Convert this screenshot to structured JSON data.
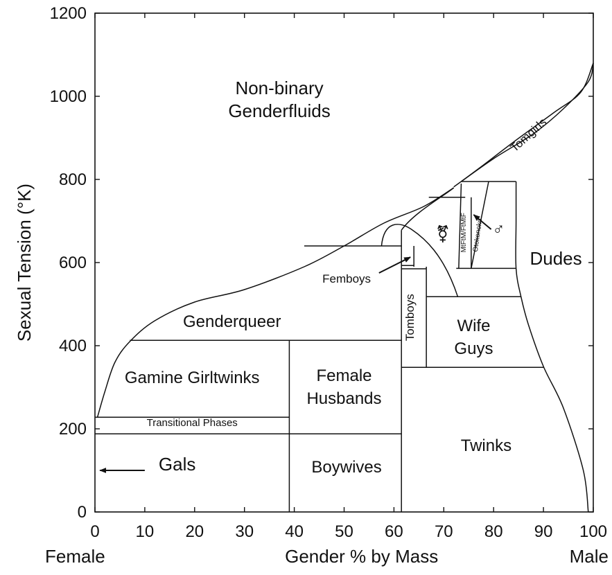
{
  "chart_data": {
    "type": "phase-diagram",
    "title": "",
    "xlabel": "Gender % by Mass",
    "ylabel": "Sexual Tension (°K)",
    "x_left_label": "Female",
    "x_right_label": "Male",
    "xlim": [
      0,
      100
    ],
    "ylim": [
      0,
      1200
    ],
    "x_ticks": [
      0,
      10,
      20,
      30,
      40,
      50,
      60,
      70,
      80,
      90,
      100
    ],
    "y_ticks": [
      0,
      200,
      400,
      600,
      800,
      1000,
      1200
    ],
    "liquidus_left": [
      [
        0.5,
        228
      ],
      [
        2,
        290
      ],
      [
        4,
        360
      ],
      [
        7,
        410
      ],
      [
        12,
        460
      ],
      [
        20,
        505
      ],
      [
        30,
        535
      ],
      [
        42,
        590
      ],
      [
        50,
        640
      ],
      [
        58,
        695
      ],
      [
        66,
        735
      ],
      [
        72,
        780
      ]
    ],
    "liquidus_right": [
      [
        72,
        782
      ],
      [
        80,
        850
      ],
      [
        88,
        910
      ],
      [
        94,
        970
      ],
      [
        99,
        1035
      ],
      [
        100,
        1080
      ]
    ],
    "tomgirls_lower": [
      [
        73.5,
        795
      ],
      [
        78,
        835
      ],
      [
        84,
        890
      ],
      [
        92,
        960
      ],
      [
        97.5,
        1010
      ],
      [
        100,
        1080
      ]
    ],
    "solvus_right": [
      [
        84.5,
        795
      ],
      [
        84.5,
        700
      ],
      [
        84.5,
        586
      ],
      [
        85.5,
        518
      ],
      [
        87,
        450
      ],
      [
        90,
        350
      ],
      [
        94,
        250
      ],
      [
        98,
        100
      ],
      [
        99,
        0
      ]
    ],
    "boundaries": [
      [
        [
          0,
          188
        ],
        [
          61.5,
          188
        ]
      ],
      [
        [
          0,
          228
        ],
        [
          39,
          228
        ]
      ],
      [
        [
          7,
          413
        ],
        [
          61.5,
          413
        ]
      ],
      [
        [
          42,
          640
        ],
        [
          61.5,
          640
        ]
      ],
      [
        [
          61.5,
          348
        ],
        [
          90,
          348
        ]
      ],
      [
        [
          66.5,
          518
        ],
        [
          85.5,
          518
        ]
      ],
      [
        [
          72.5,
          586
        ],
        [
          84.5,
          586
        ]
      ],
      [
        [
          67,
          757
        ],
        [
          74.3,
          757
        ]
      ],
      [
        [
          73.5,
          795
        ],
        [
          84.5,
          795
        ]
      ],
      [
        [
          39,
          0
        ],
        [
          39,
          413
        ]
      ],
      [
        [
          61.5,
          0
        ],
        [
          61.5,
          678
        ]
      ],
      [
        [
          66.5,
          348
        ],
        [
          66.5,
          590
        ]
      ],
      [
        [
          64,
          590
        ],
        [
          64,
          640
        ]
      ],
      [
        [
          61.5,
          585
        ],
        [
          66.5,
          585
        ]
      ],
      [
        [
          61.5,
          593
        ],
        [
          64,
          593
        ]
      ],
      [
        [
          73.5,
          790
        ],
        [
          73,
          586
        ]
      ],
      [
        [
          75.5,
          757
        ],
        [
          75.5,
          586
        ]
      ],
      [
        [
          79,
          795
        ],
        [
          75.5,
          586
        ]
      ]
    ],
    "regions": [
      {
        "lines": [
          "Non-binary",
          "Genderfluids"
        ],
        "x": 37,
        "y": 1005,
        "size": "big"
      },
      {
        "lines": [
          "Genderqueer"
        ],
        "x": 27.5,
        "y": 445,
        "size": "med"
      },
      {
        "lines": [
          "Gamine Girltwinks"
        ],
        "x": 19.5,
        "y": 310,
        "size": "med"
      },
      {
        "lines": [
          "Transitional Phases"
        ],
        "x": 19.5,
        "y": 207,
        "size": "tiny"
      },
      {
        "lines": [
          "Gals"
        ],
        "x": 16.5,
        "y": 100,
        "size": "big"
      },
      {
        "lines": [
          "Female",
          "Husbands"
        ],
        "x": 50,
        "y": 315,
        "size": "med"
      },
      {
        "lines": [
          "Boywives"
        ],
        "x": 50.5,
        "y": 95,
        "size": "med"
      },
      {
        "lines": [
          "Twinks"
        ],
        "x": 78.5,
        "y": 147,
        "size": "med"
      },
      {
        "lines": [
          "Wife",
          "Guys"
        ],
        "x": 76,
        "y": 435,
        "size": "med"
      },
      {
        "lines": [
          "Dudes"
        ],
        "x": 92.5,
        "y": 595,
        "size": "big"
      },
      {
        "lines": [
          "Femboys"
        ],
        "x": 50.5,
        "y": 552,
        "size": "small"
      }
    ],
    "rotated_labels": [
      {
        "text": "Tomboys",
        "x": 64,
        "y": 468,
        "angle": -90,
        "size": "small"
      },
      {
        "text": "Tomgirls",
        "x": 87.5,
        "y": 900,
        "angle": -42,
        "size": "small"
      },
      {
        "text": "MtFtM/FtMtF",
        "x": 74.4,
        "y": 672,
        "angle": -90,
        "size": "micro"
      },
      {
        "text": "Otokonoko",
        "x": 77.2,
        "y": 665,
        "angle": -82,
        "size": "micro"
      }
    ],
    "symbols": [
      {
        "glyph": "⚧",
        "x": 69.8,
        "y": 655
      },
      {
        "glyph": "♂",
        "x": 81,
        "y": 668
      }
    ],
    "arrows": [
      {
        "from": [
          10,
          100
        ],
        "to": [
          1,
          100
        ]
      },
      {
        "from": [
          57,
          575
        ],
        "to": [
          63.3,
          613
        ]
      },
      {
        "from": [
          79.5,
          680
        ],
        "to": [
          76,
          715
        ]
      }
    ]
  }
}
